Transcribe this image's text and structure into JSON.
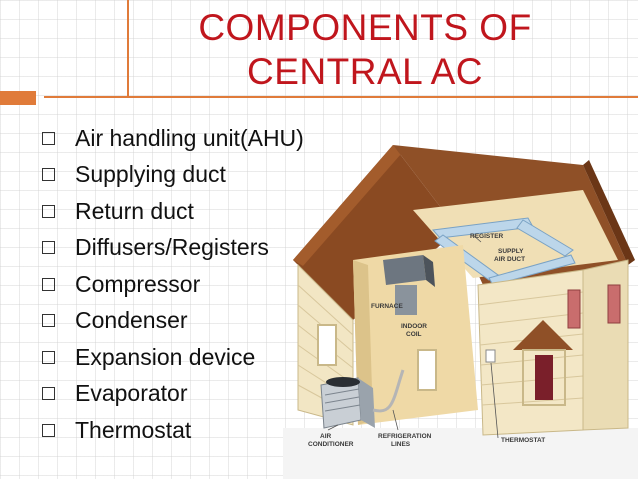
{
  "slide": {
    "title_line1": "COMPONENTS OF",
    "title_line2": "CENTRAL AC",
    "bullets": [
      "Air handling unit(AHU)",
      "Supplying duct",
      "Return duct",
      "Diffusers/Registers",
      "Compressor",
      "Condenser",
      "Expansion device",
      "Evaporator",
      "Thermostat"
    ]
  },
  "illustration": {
    "labels": {
      "register": "REGISTER",
      "supply_duct_1": "SUPPLY",
      "supply_duct_2": "AIR DUCT",
      "furnace": "FURNACE",
      "indoor_coil_1": "INDOOR",
      "indoor_coil_2": "COIL",
      "air_conditioner_1": "AIR",
      "air_conditioner_2": "CONDITIONER",
      "refrigeration_lines_1": "REFRIGERATION",
      "refrigeration_lines_2": "LINES",
      "thermostat": "THERMOSTAT"
    }
  },
  "colors": {
    "title": "#c0161d",
    "accent": "#e07b3a",
    "text": "#111111"
  }
}
